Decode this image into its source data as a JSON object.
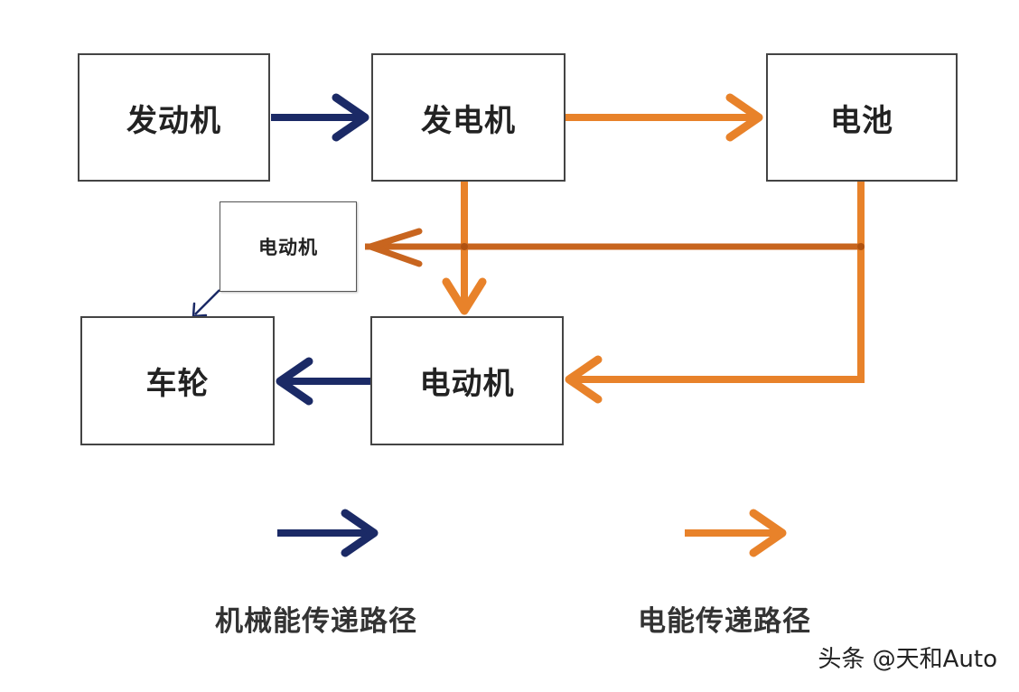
{
  "colors": {
    "mechanical": "#1b2a66",
    "electrical": "#e8822a",
    "box_border": "#444444"
  },
  "nodes": {
    "engine": "发动机",
    "generator": "发电机",
    "battery": "电池",
    "motor_small": "电动机",
    "motor": "电动机",
    "wheels": "车轮"
  },
  "legend": {
    "mechanical_label": "机械能传递路径",
    "electrical_label": "电能传递路径"
  },
  "watermark": "头条 @天和Auto"
}
